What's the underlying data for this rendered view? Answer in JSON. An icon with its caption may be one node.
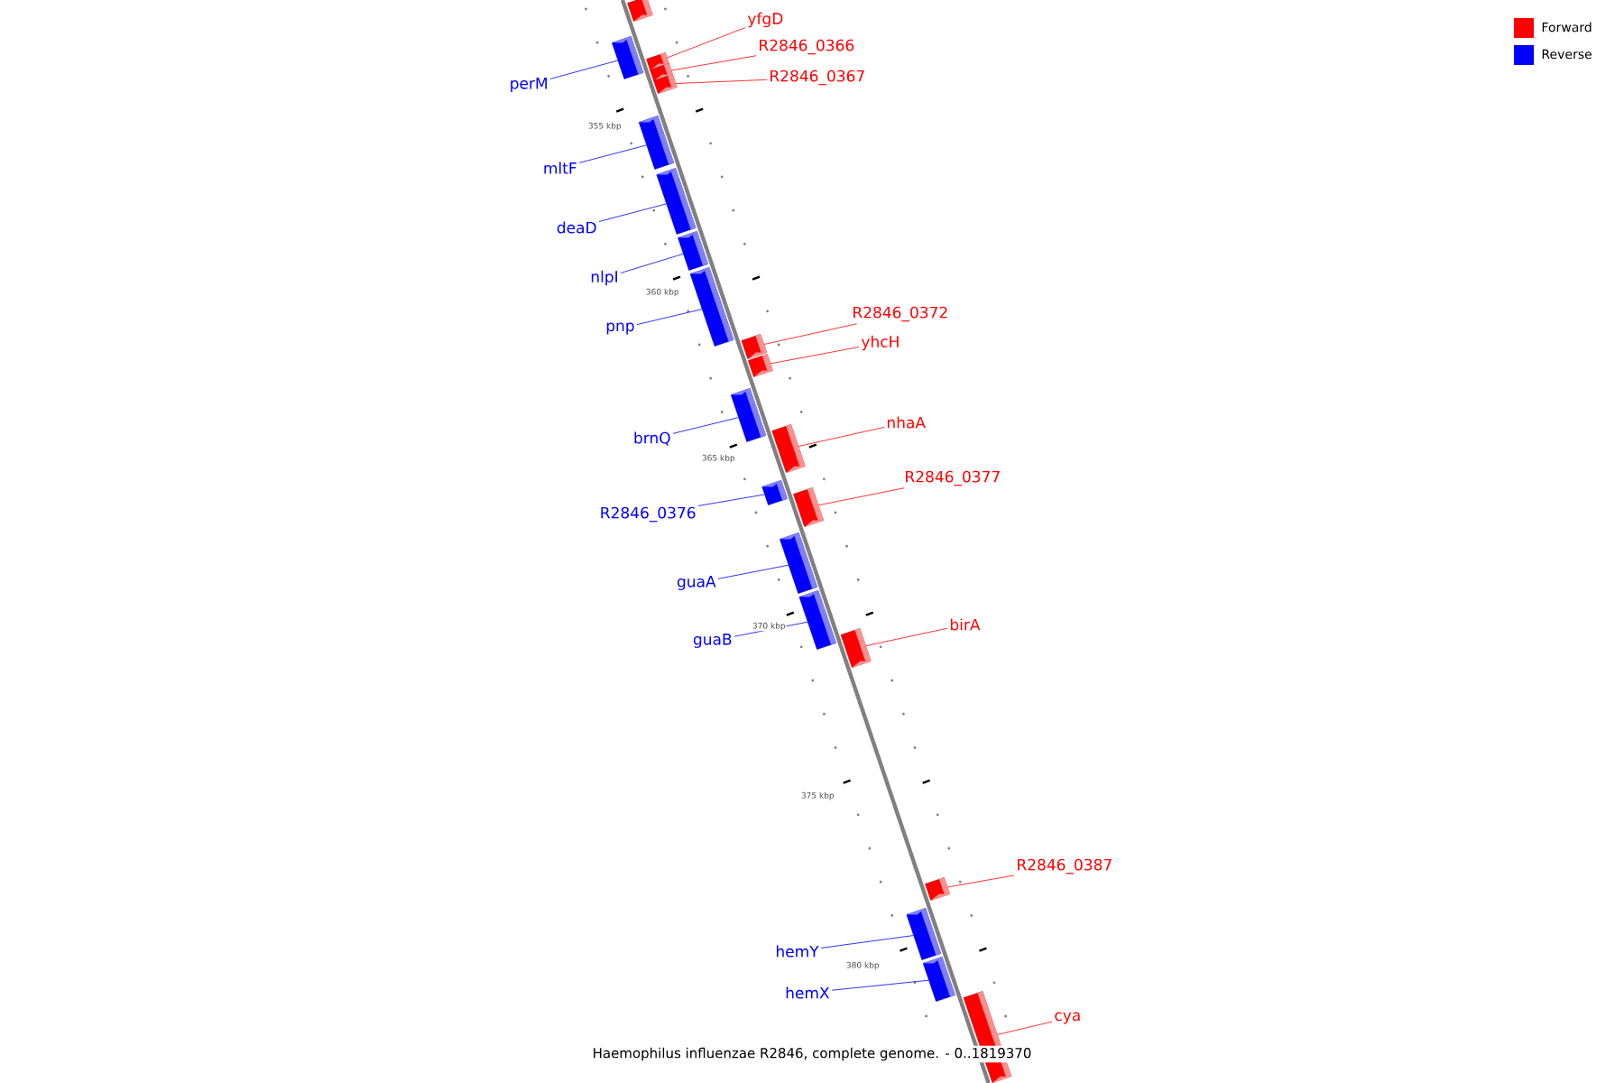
{
  "diagram": {
    "caption": "Haemophilus influenzae R2846, complete genome. - 0..1819370",
    "nodes": [
      {
        "text": [],
        "shape": "box"
      },
      {
        "text": [
          "perM"
        ]
      },
      {
        "text": [],
        "shape": "box"
      },
      {
        "text": [
          "yfgD"
        ]
      },
      {
        "text": [],
        "shape": "box"
      },
      {
        "text": [
          "R2846_0366"
        ]
      },
      {
        "text": [],
        "shape": "box"
      },
      {
        "text": [
          "R2846_0367"
        ]
      },
      {
        "text": [],
        "shape": "box"
      },
      {
        "text": [
          "mltF"
        ]
      },
      {
        "text": [],
        "shape": "box"
      },
      {
        "text": [
          "deaD"
        ]
      },
      {
        "text": [],
        "shape": "box"
      },
      {
        "text": [
          "nlpI"
        ]
      },
      {
        "text": [],
        "shape": "box"
      },
      {
        "text": [
          "pnp"
        ]
      },
      {
        "text": [],
        "shape": "box"
      },
      {
        "text": [
          "R2846_0372"
        ]
      },
      {
        "text": [],
        "shape": "box"
      },
      {
        "text": [
          "yhcH"
        ]
      },
      {
        "text": [],
        "shape": "box"
      },
      {
        "text": [
          "brnQ"
        ]
      },
      {
        "text": [],
        "shape": "box"
      },
      {
        "text": [
          "nhaA"
        ]
      },
      {
        "text": [],
        "shape": "box"
      },
      {
        "text": [
          "R2846_0376"
        ]
      },
      {
        "text": [],
        "shape": "box"
      },
      {
        "text": [
          "R2846_0377"
        ]
      },
      {
        "text": [],
        "shape": "box"
      },
      {
        "text": [
          "guaA"
        ]
      },
      {
        "text": [],
        "shape": "box"
      },
      {
        "text": [
          "guaB"
        ]
      },
      {
        "text": [],
        "shape": "box"
      },
      {
        "text": [
          "birA"
        ]
      },
      {
        "text": [],
        "shape": "box"
      },
      {
        "text": [
          "R2846_0387"
        ]
      },
      {
        "text": [],
        "shape": "box"
      },
      {
        "text": [
          "hemY"
        ]
      },
      {
        "text": [],
        "shape": "box"
      },
      {
        "text": [
          "hemX"
        ]
      },
      {
        "text": [],
        "shape": "box"
      },
      {
        "text": [
          "cya"
        ]
      },
      {
        "text": [],
        "shape": "box"
      }
    ],
    "edges": [
      {
        "from": 1,
        "to": 2,
        "arrow": "none"
      },
      {
        "from": 3,
        "to": 4,
        "arrow": "none",
        "color": "#ff0000"
      },
      {
        "from": 5,
        "to": 6,
        "arrow": "none",
        "color": "#ff0000"
      },
      {
        "from": 7,
        "to": 8,
        "arrow": "none",
        "color": "#ff0000"
      },
      {
        "from": 9,
        "to": 10,
        "arrow": "none"
      },
      {
        "from": 11,
        "to": 12,
        "arrow": "none"
      },
      {
        "from": 13,
        "to": 14,
        "arrow": "none"
      },
      {
        "from": 15,
        "to": 16,
        "arrow": "none"
      },
      {
        "from": 17,
        "to": 18,
        "arrow": "none",
        "color": "#ff0000"
      },
      {
        "from": 19,
        "to": 20,
        "arrow": "none",
        "color": "#ff0000"
      },
      {
        "from": 21,
        "to": 22,
        "arrow": "none"
      },
      {
        "from": 23,
        "to": 24,
        "arrow": "none",
        "color": "#ff0000"
      },
      {
        "from": 25,
        "to": 26,
        "arrow": "none"
      },
      {
        "from": 27,
        "to": 28,
        "arrow": "none",
        "color": "#ff0000"
      },
      {
        "from": 29,
        "to": 30,
        "arrow": "none"
      },
      {
        "from": 31,
        "to": 32,
        "arrow": "none"
      },
      {
        "from": 33,
        "to": 34,
        "arrow": "none",
        "color": "#ff0000"
      },
      {
        "from": 35,
        "to": 36,
        "arrow": "none",
        "color": "#ff0000"
      },
      {
        "from": 37,
        "to": 38,
        "arrow": "none"
      },
      {
        "from": 39,
        "to": 40,
        "arrow": "none"
      },
      {
        "from": 41,
        "to": 42,
        "arrow": "none",
        "color": "#ff0000"
      }
    ],
    "labels": [
      "355 kbp",
      "360 kbp",
      "365 kbp",
      "370 kbp",
      "375 kbp",
      "380 kbp"
    ],
    "legend": [
      {
        "text": "Forward",
        "color": "#ff0000"
      },
      {
        "text": "Reverse",
        "color": "#0000ff"
      }
    ]
  }
}
